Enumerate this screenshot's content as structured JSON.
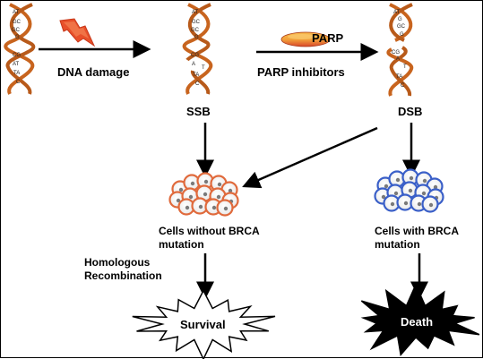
{
  "dna_damage_label": "DNA damage",
  "parp_label": "PARP",
  "parp_inhibitors_label": "PARP inhibitors",
  "ssb_label": "SSB",
  "dsb_label": "DSB",
  "cells_without_line1": "Cells without BRCA",
  "cells_without_line2": "mutation",
  "cells_with_line1": "Cells with BRCA",
  "cells_with_line2": "mutation",
  "hr_line1": "Homologous",
  "hr_line2": "Recombination",
  "survival_label": "Survival",
  "death_label": "Death",
  "dna_intact_pairs": [
    "AT",
    "GC",
    "GC",
    "G",
    "CG",
    "AT",
    "TA",
    "C"
  ],
  "dna_ssb_pairs": [
    "AT",
    "GC",
    "GC",
    "G",
    "CG",
    "A",
    "T",
    "TA",
    "C"
  ],
  "dna_dsb_pairs": [
    "AT",
    "G",
    "GC",
    "G",
    "CG",
    "A",
    "T",
    "TA",
    "C"
  ],
  "colors": {
    "dna_strand": "#c8641e",
    "lightning": "#e8502a",
    "parp_top": "#f2a23a",
    "parp_bottom": "#d9462a",
    "cells_without_border": "#e06a3c",
    "cells_with_border": "#3a5fc8"
  }
}
